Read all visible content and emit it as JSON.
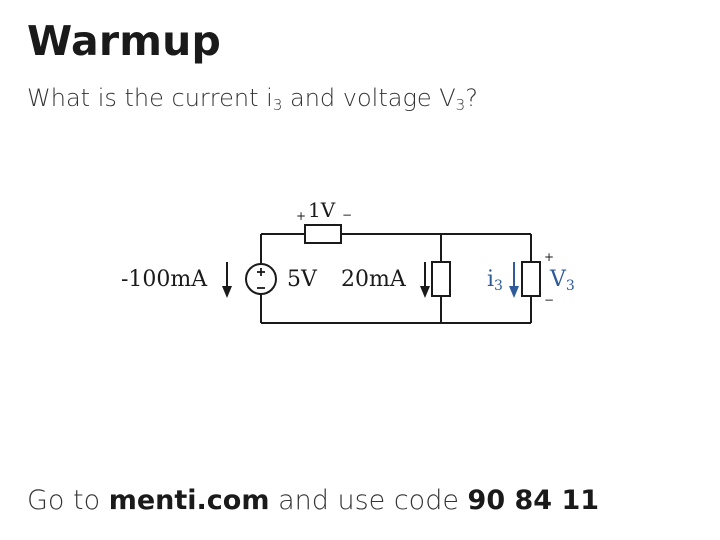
{
  "slide": {
    "title": "Warmup",
    "question": {
      "prefix": "What is the current i",
      "current_sub": "3",
      "middle": " and voltage V",
      "voltage_sub": "3",
      "suffix": "?"
    },
    "footer": {
      "prefix": "Go to ",
      "site": "menti.com",
      "middle": " and use code ",
      "code": "90 84 11"
    }
  },
  "circuit": {
    "resistor_voltage": "1V",
    "current_source_left": "-100mA",
    "voltage_source": "5V",
    "current_source_middle": "20mA",
    "branch_current": "i",
    "branch_current_sub": "3",
    "branch_voltage": "V",
    "branch_voltage_sub": "3",
    "plus_sign": "+",
    "minus_sign": "−",
    "colors": {
      "ink": "#1a1a1a",
      "accent": "#2e5c9a"
    }
  }
}
